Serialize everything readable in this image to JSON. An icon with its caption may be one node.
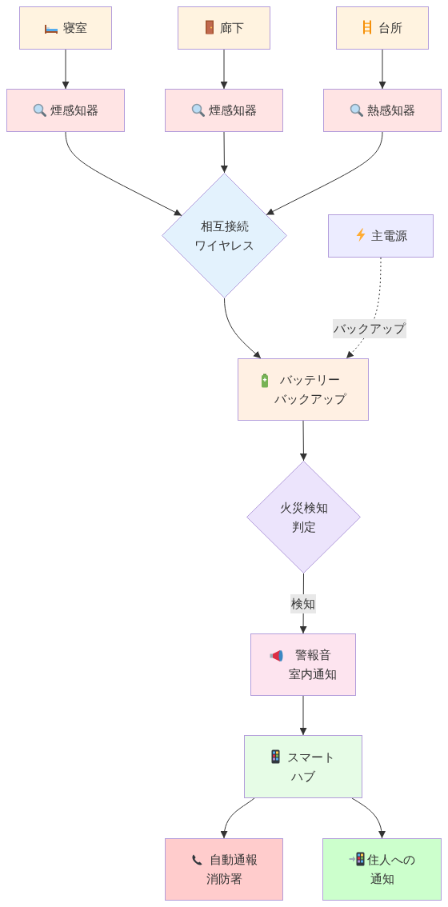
{
  "diagram": {
    "nodes": [
      {
        "text": [
          "寝室"
        ]
      },
      {
        "text": [
          "廊下"
        ]
      },
      {
        "text": [
          "台所"
        ]
      },
      {
        "text": [
          "煙感知器"
        ]
      },
      {
        "text": [
          "煙感知器"
        ]
      },
      {
        "text": [
          "熱感知器"
        ]
      },
      {
        "text": [
          "相互接続ワイヤレス"
        ]
      },
      {
        "text": [
          "主電源"
        ]
      },
      {
        "text": [
          "バッテリーバックアップ"
        ]
      },
      {
        "text": [
          "火災検知判定"
        ]
      },
      {
        "text": [
          "警報音室内通知"
        ]
      },
      {
        "text": [
          "スマートハブ"
        ]
      },
      {
        "text": [
          "自動通報消防署"
        ]
      },
      {
        "text": [
          "住人への通知"
        ]
      }
    ],
    "edges": [
      {
        "from": 0,
        "to": 3,
        "arrow": "to"
      },
      {
        "from": 1,
        "to": 4,
        "arrow": "to"
      },
      {
        "from": 2,
        "to": 5,
        "arrow": "to"
      },
      {
        "from": 3,
        "to": 6,
        "arrow": "to"
      },
      {
        "from": 4,
        "to": 6,
        "arrow": "to"
      },
      {
        "from": 5,
        "to": 6,
        "arrow": "to"
      },
      {
        "from": 6,
        "to": 8,
        "arrow": "to"
      },
      {
        "from": 7,
        "to": 8,
        "arrow": "to",
        "label": "バックアップ",
        "style": "dashed"
      },
      {
        "from": 8,
        "to": 9,
        "arrow": "to"
      },
      {
        "from": 9,
        "to": 10,
        "arrow": "to",
        "label": "検知"
      },
      {
        "from": 10,
        "to": 11,
        "arrow": "to"
      },
      {
        "from": 11,
        "to": 12,
        "arrow": "to"
      },
      {
        "from": 11,
        "to": 13,
        "arrow": "to"
      }
    ]
  }
}
